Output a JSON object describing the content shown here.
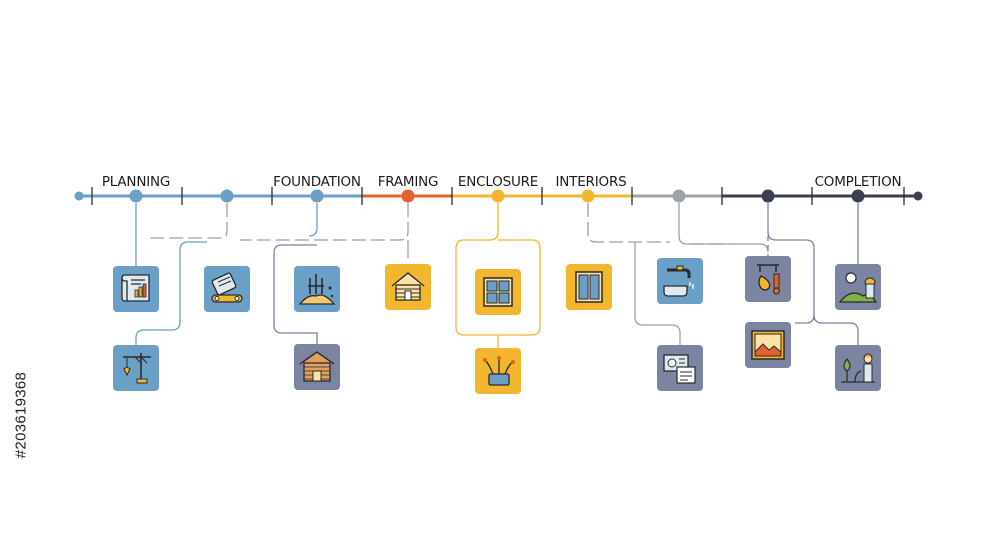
{
  "stages": [
    {
      "label": "PLANNING",
      "color": "#6a9fc8"
    },
    {
      "label": "FOUNDATION",
      "color": "#6a9fc8"
    },
    {
      "label": "FRAMING",
      "color": "#e0622e"
    },
    {
      "label": "ENCLOSURE",
      "color": "#f2b72e"
    },
    {
      "label": "INTERIORS",
      "color": "#f2b72e"
    },
    {
      "label": "COMPLETION",
      "color": "#3a3f52"
    }
  ],
  "icons": {
    "blueprint": "blueprint-icon",
    "crane": "crane-icon",
    "conveyor": "conveyor-icon",
    "excavation": "excavation-icon",
    "brick_house": "brick-house-icon",
    "log_cabin": "log-cabin-icon",
    "window": "window-icon",
    "wiring": "wiring-icon",
    "door": "door-icon",
    "plumbing": "plumbing-icon",
    "hvac": "hvac-icon",
    "fire_tools": "fire-tools-icon",
    "painting": "painting-icon",
    "worker_hill": "worker-hill-icon",
    "landscaping": "landscaping-icon"
  },
  "colors": {
    "blue_tile": "#6a9fc8",
    "yellow_tile": "#f2b72e",
    "slate_tile": "#7b84a0",
    "orange": "#e0622e",
    "gray": "#9ea3a8",
    "navy": "#3a3f52"
  },
  "stock_id": "#203619368"
}
